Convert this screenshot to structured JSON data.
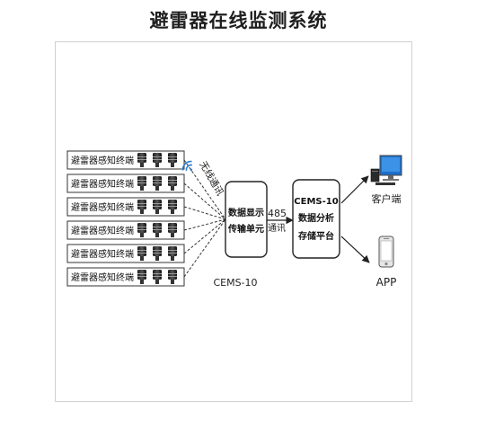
{
  "title": "避雷器在线监测系统",
  "sensors": {
    "label": "避雷器感知终端",
    "count": 6
  },
  "wireless_label": "无线通讯",
  "display_unit": {
    "line1": "数据显示",
    "line2": "传输单元",
    "model": "CEMS-10"
  },
  "link_label": {
    "line1": "485",
    "line2": "通讯"
  },
  "analysis_unit": {
    "line1": "CEMS-10",
    "line2": "数据分析",
    "line3": "存储平台"
  },
  "client_label": "客户端",
  "app_label": "APP",
  "colors": {
    "line": "#222222",
    "wifi": "#2a7fd4",
    "monitor": "#1e6fc8"
  }
}
